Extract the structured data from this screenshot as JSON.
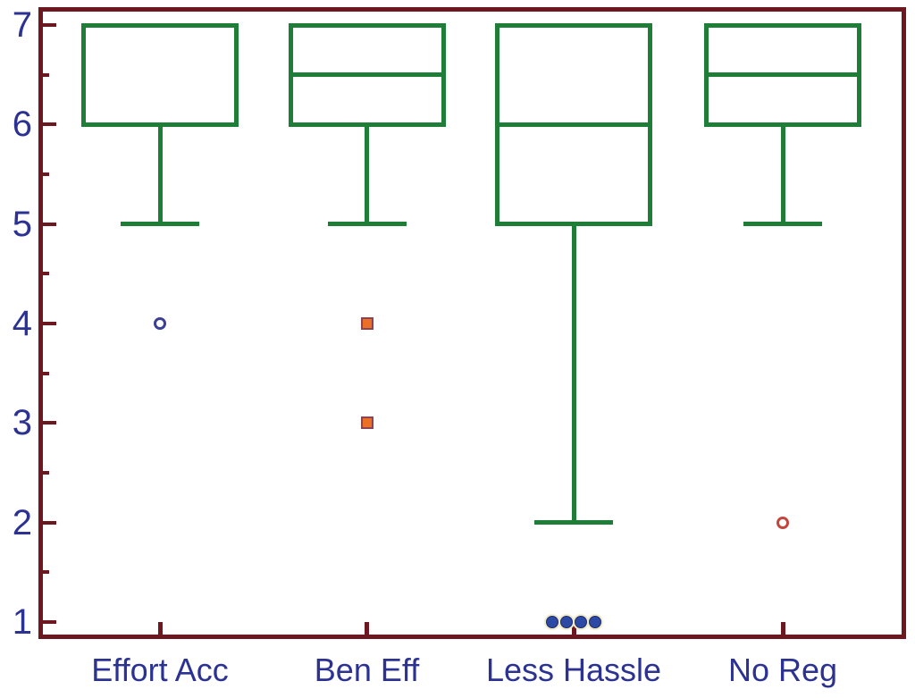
{
  "chart_data": {
    "type": "boxplot",
    "title": "",
    "xlabel": "",
    "ylabel": "",
    "categories": [
      "Effort Acc",
      "Ben Eff",
      "Less Hassle",
      "No Reg"
    ],
    "ylim": [
      1,
      7
    ],
    "yticks_major": [
      1,
      2,
      3,
      4,
      5,
      6,
      7
    ],
    "ytick_labels": [
      "1",
      "2",
      "3",
      "4",
      "5",
      "6",
      "7"
    ],
    "yticks_minor": [
      1.5,
      2.5,
      3.5,
      4.5,
      5.5,
      6.5
    ],
    "grid": "off",
    "legend": "none",
    "series": [
      {
        "name": "Effort Acc",
        "q1": 6,
        "median": 7,
        "q3": 7,
        "whisker_low": 5,
        "whisker_high": 7,
        "outliers": [
          {
            "value": 4,
            "symbol": "open-circle",
            "color_key": "navy_symbol",
            "count": 1
          }
        ]
      },
      {
        "name": "Ben Eff",
        "q1": 6,
        "median": 6.5,
        "q3": 7,
        "whisker_low": 5,
        "whisker_high": 7,
        "outliers": [
          {
            "value": 4,
            "symbol": "filled-square",
            "color_key": "orange",
            "count": 1
          },
          {
            "value": 3,
            "symbol": "filled-square",
            "color_key": "orange",
            "count": 1
          }
        ]
      },
      {
        "name": "Less Hassle",
        "q1": 5,
        "median": 6,
        "q3": 7,
        "whisker_low": 2,
        "whisker_high": 7,
        "outliers": [
          {
            "value": 1,
            "symbol": "filled-circle",
            "color_key": "blue_dot",
            "count": 4
          }
        ]
      },
      {
        "name": "No Reg",
        "q1": 6,
        "median": 6.5,
        "q3": 7,
        "whisker_low": 5,
        "whisker_high": 7,
        "outliers": [
          {
            "value": 2,
            "symbol": "open-circle",
            "color_key": "red_symbol",
            "count": 1
          }
        ]
      }
    ],
    "colors": {
      "frame": "#6d1721",
      "box": "#1e7e38",
      "tick_label": "#2b3292",
      "navy_symbol": "#3c3f95",
      "orange": "#ec6f26",
      "orange_border": "#8d4354",
      "blue_dot": "#2c4aa4",
      "blue_dot_border": "#1d2b77",
      "blue_dot_halo": "#f3ecc9",
      "red_symbol": "#c4453c",
      "background": "#ffffff"
    }
  }
}
